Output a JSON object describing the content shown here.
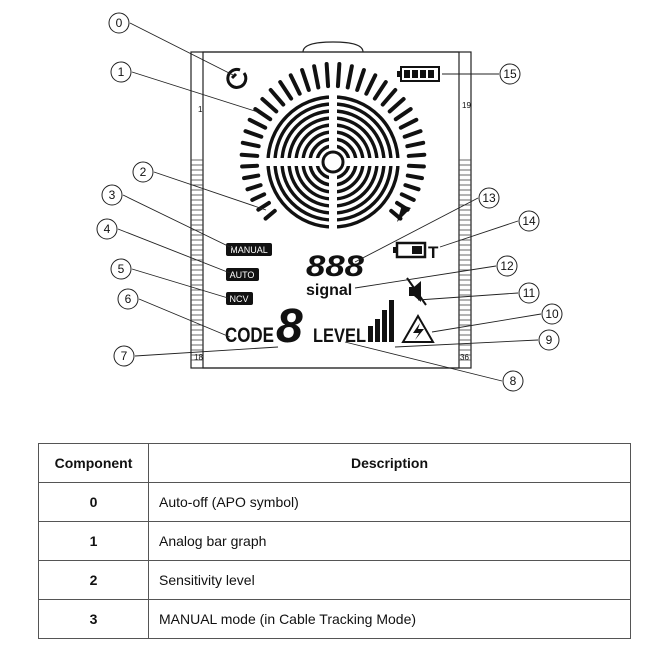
{
  "diagram": {
    "lcd_labels": {
      "manual": "MANUAL",
      "auto": "AUTO",
      "ncv": "NCV",
      "digits": "888",
      "signal": "signal",
      "code": "CODE",
      "code_digit": "8",
      "level": "LEVEL",
      "t_marker": "T"
    },
    "ruler_labels": {
      "left_top": "1",
      "right_top": "19",
      "left_bottom": "18",
      "right_bottom": "36"
    },
    "callouts": [
      "0",
      "1",
      "2",
      "3",
      "4",
      "5",
      "6",
      "7",
      "8",
      "9",
      "10",
      "11",
      "12",
      "13",
      "14",
      "15"
    ]
  },
  "table": {
    "headers": [
      "Component",
      "Description"
    ],
    "rows": [
      {
        "num": "0",
        "desc": "Auto-off (APO symbol)"
      },
      {
        "num": "1",
        "desc": "Analog bar graph"
      },
      {
        "num": "2",
        "desc": "Sensitivity level"
      },
      {
        "num": "3",
        "desc": "MANUAL mode (in Cable Tracking Mode)"
      }
    ]
  }
}
